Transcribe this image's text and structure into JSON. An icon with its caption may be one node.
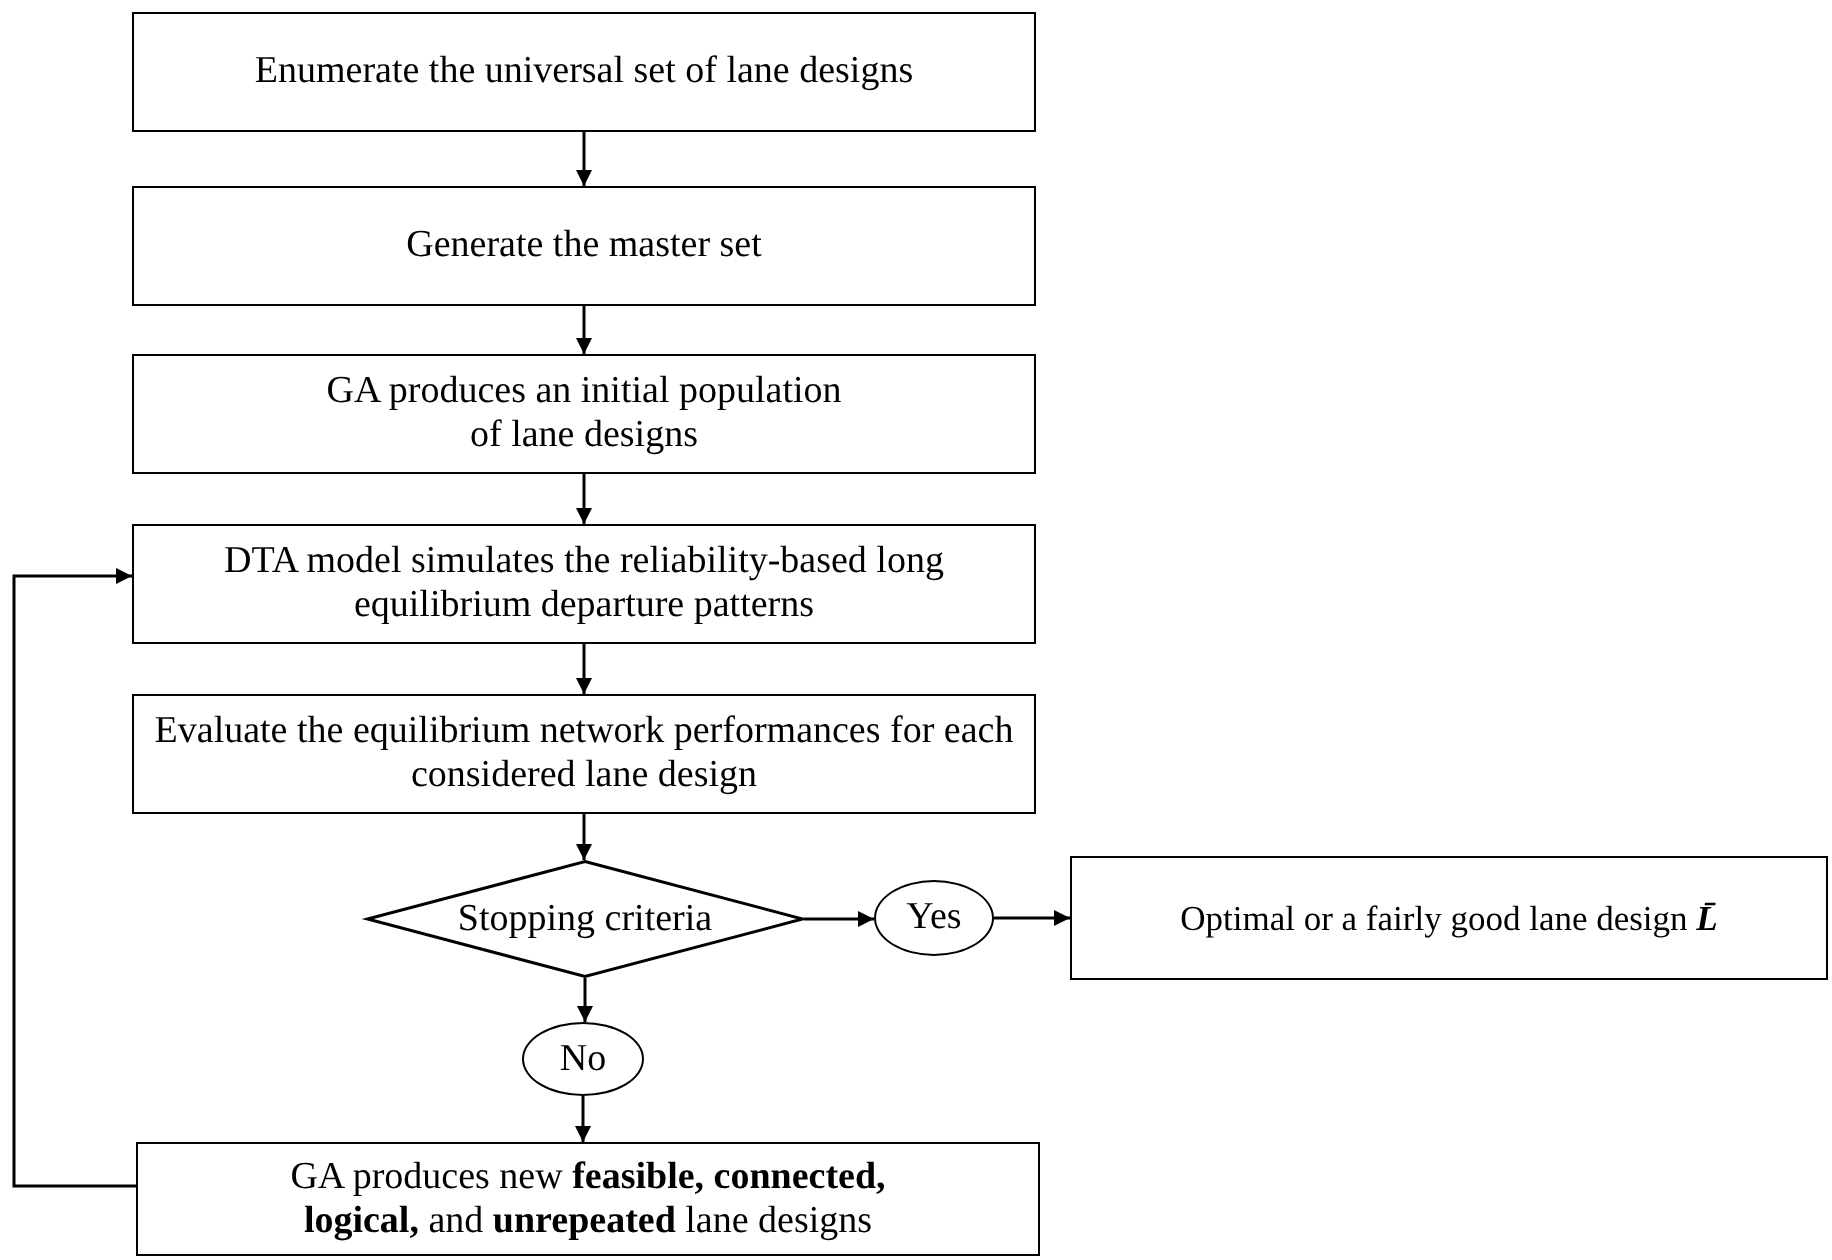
{
  "diagram": {
    "nodes": [
      {
        "text": [
          "Enumerate the universal set of lane designs"
        ]
      },
      {
        "text": [
          "Generate the master set"
        ]
      },
      {
        "text": [
          "GA produces an initial population of lane designs"
        ]
      },
      {
        "text": [
          "DTA model simulates the reliability-based long equilibrium departure patterns"
        ]
      },
      {
        "text": [
          "Evaluate the equilibrium network performances for each considered lane design"
        ]
      },
      {
        "text": [
          "Stopping criteria"
        ]
      },
      {
        "text": [
          "Yes"
        ]
      },
      {
        "text": [
          "Optimal or a fairly good lane design **L̄**"
        ]
      },
      {
        "text": [
          "No"
        ]
      },
      {
        "text": [
          "GA produces new **feasible, connected, logical,** and **unrepeated** lane designs"
        ]
      }
    ],
    "edges": [
      {
        "from": 0,
        "to": 1,
        "arrow": "to"
      },
      {
        "from": 1,
        "to": 2,
        "arrow": "to"
      },
      {
        "from": 2,
        "to": 3,
        "arrow": "to"
      },
      {
        "from": 3,
        "to": 4,
        "arrow": "to"
      },
      {
        "from": 4,
        "to": 5,
        "arrow": "to"
      },
      {
        "from": 5,
        "to": 6,
        "arrow": "to"
      },
      {
        "from": 6,
        "to": 7,
        "arrow": "to"
      },
      {
        "from": 5,
        "to": 8,
        "arrow": "to"
      },
      {
        "from": 8,
        "to": 9,
        "arrow": "to"
      },
      {
        "from": 9,
        "to": 3,
        "arrow": "to"
      }
    ]
  }
}
